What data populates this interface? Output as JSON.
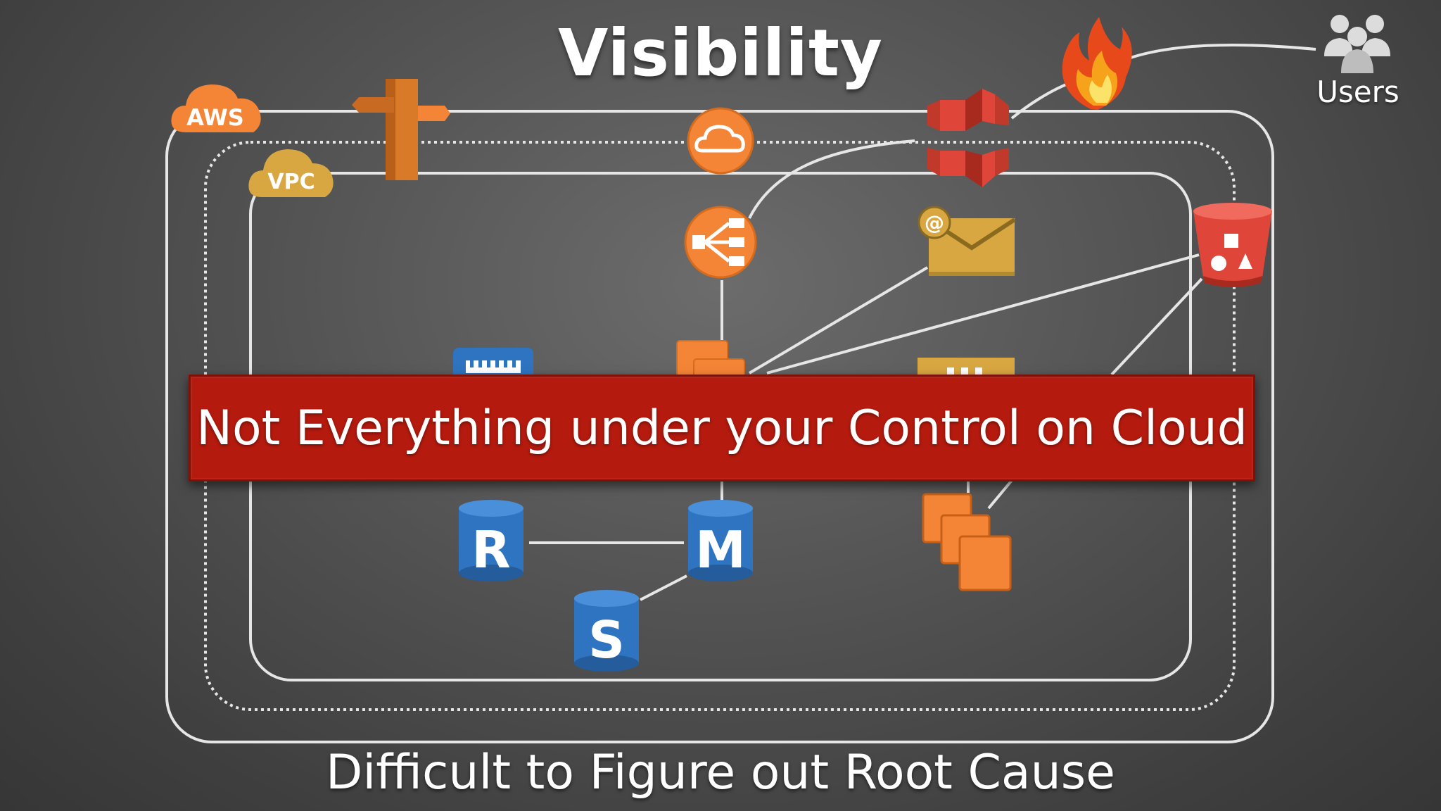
{
  "slide": {
    "title": "Visibility",
    "subtitle": "Difficult to Figure out Root Cause",
    "banner_text": "Not Everything under your Control on Cloud"
  },
  "labels": {
    "aws": "AWS",
    "vpc": "VPC",
    "users": "Users",
    "db_replica": "R",
    "db_master": "M",
    "db_standby": "S"
  },
  "icons": [
    "aws-cloud-icon",
    "vpc-cloud-icon",
    "route53-signpost-icon",
    "cloudfront-cloud-icon",
    "elb-load-balancer-icon",
    "waf-stack-icon",
    "fire-icon",
    "users-icon",
    "ses-email-icon",
    "s3-bucket-icon",
    "elasticache-chip-icon",
    "ec2-instances-icon",
    "sqs-queue-icon",
    "rds-database-icon"
  ],
  "colors": {
    "banner_red": "#b51a0e",
    "aws_orange": "#f58536",
    "vpc_gold": "#d9a741",
    "db_blue": "#2f74c0",
    "s3_red": "#e0453a"
  }
}
